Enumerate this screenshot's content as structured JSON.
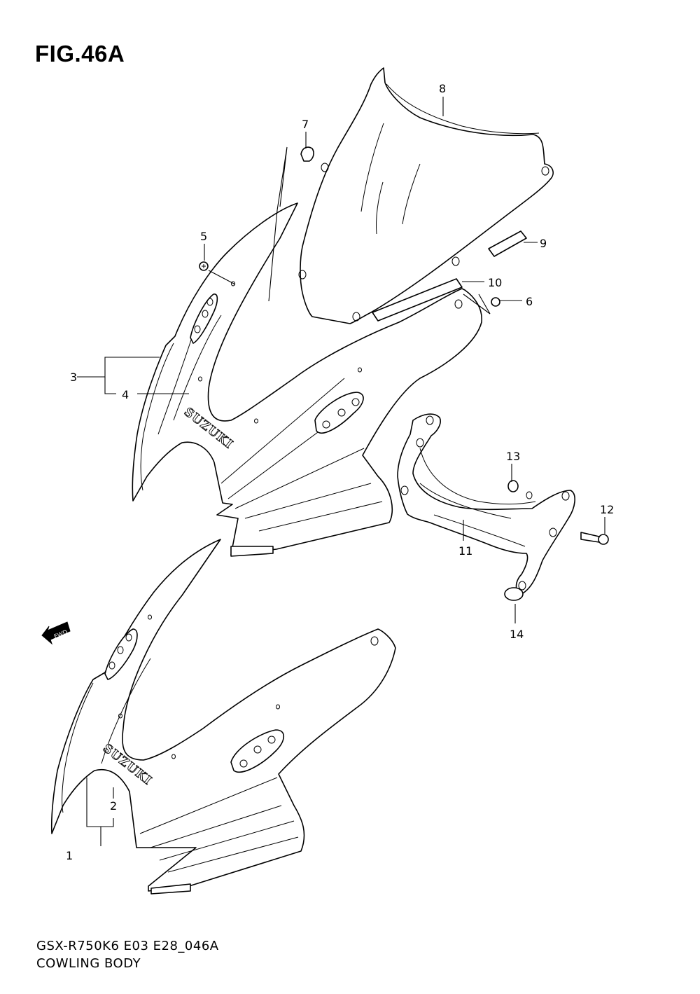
{
  "figure": {
    "title": "FIG.46A",
    "footer_code": "GSX-R750K6 E03 E28_046A",
    "footer_name": "COWLING BODY"
  },
  "emblem_text": "SUZUKI",
  "fwd_label": "FWD",
  "callouts": [
    "1",
    "2",
    "3",
    "4",
    "5",
    "6",
    "7",
    "8",
    "9",
    "10",
    "11",
    "12",
    "13",
    "14"
  ]
}
